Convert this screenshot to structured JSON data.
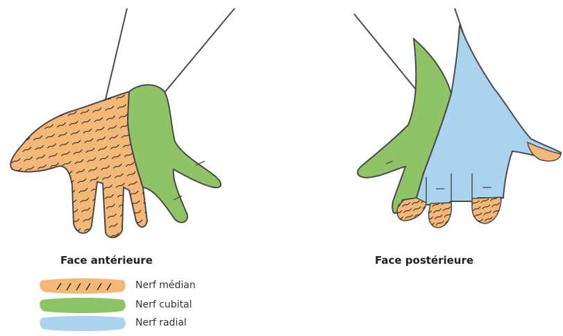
{
  "colors": {
    "median": "#f3b877",
    "cubital": "#8ec366",
    "radial": "#a9d3ee",
    "outline": "#4a4a4a",
    "hatch": "#1a1a1a"
  },
  "captions": {
    "anterior": "Face antérieure",
    "posterior": "Face postérieure"
  },
  "legend": [
    {
      "label": "Nerf médian",
      "color": "#f3b877",
      "hatched": true
    },
    {
      "label": "Nerf cubital",
      "color": "#8ec366",
      "hatched": false
    },
    {
      "label": "Nerf radial",
      "color": "#a9d3ee",
      "hatched": false
    }
  ]
}
